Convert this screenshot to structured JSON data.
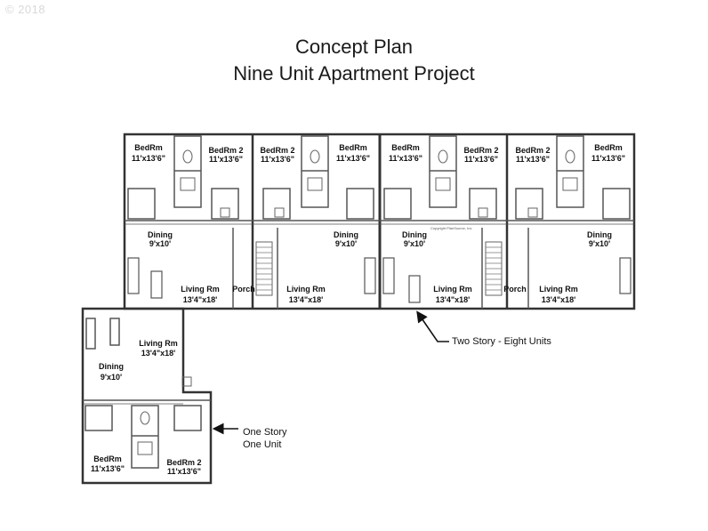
{
  "copyright": "© 2018",
  "title": {
    "line1": "Concept Plan",
    "line2": "Nine Unit Apartment Project"
  },
  "rooms": {
    "bedroom": "BedRm",
    "bedroom2": "BedRm 2",
    "bedroom_size": "11'x13'6\"",
    "dining": "Dining",
    "dining_size": "9'x10'",
    "living": "Living Rm",
    "living_size": "13'4\"x18'",
    "porch": "Porch"
  },
  "plan_watermark": "Copyright PlanSource, Inc",
  "annotations": {
    "two_story": "Two Story - Eight Units",
    "one_story_line1": "One Story",
    "one_story_line2": "One Unit"
  }
}
